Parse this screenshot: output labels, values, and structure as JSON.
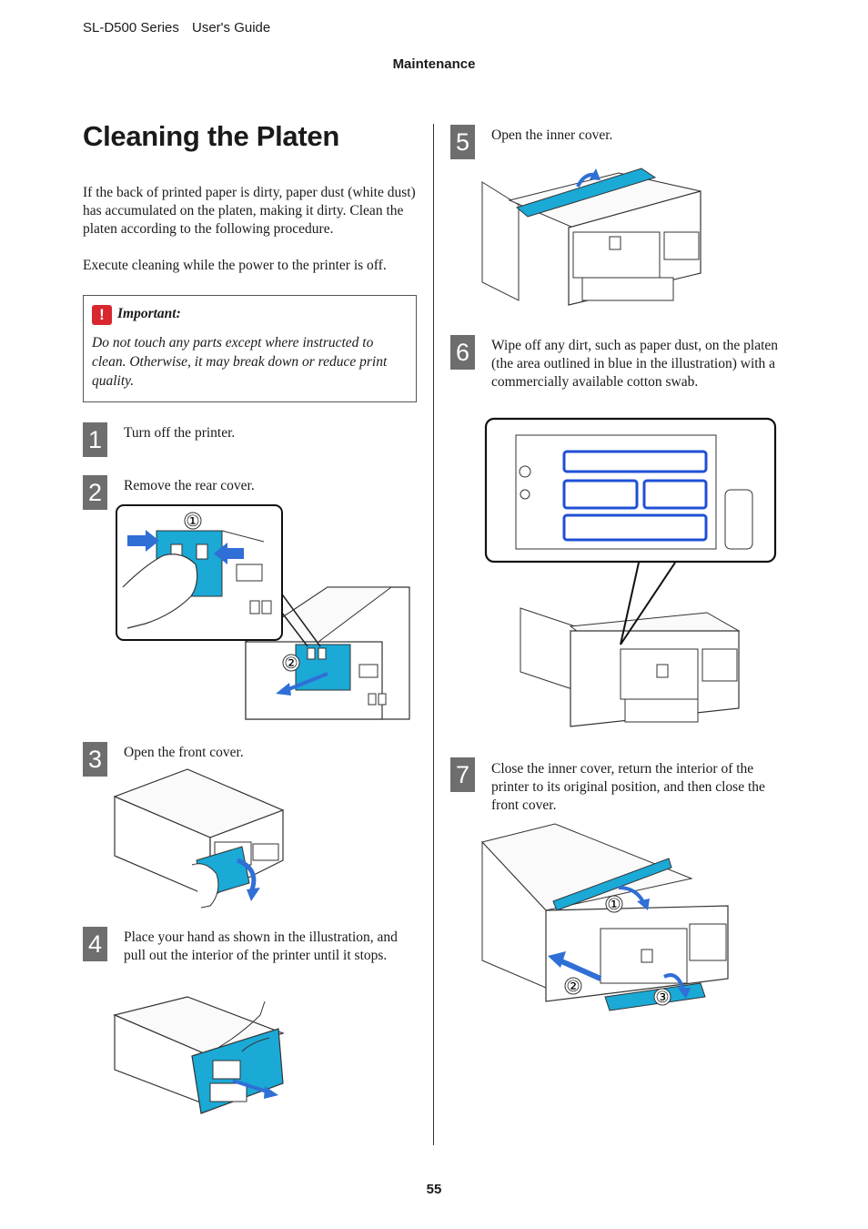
{
  "header": {
    "series": "SL-D500 Series",
    "guide": "User's Guide",
    "section": "Maintenance"
  },
  "title": "Cleaning the Platen",
  "intro": [
    "If the back of printed paper is dirty, paper dust (white dust) has accumulated on the platen, making it dirty. Clean the platen according to the following procedure.",
    "Execute cleaning while the power to the printer is off."
  ],
  "important": {
    "icon": "exclamation-icon",
    "icon_glyph": "!",
    "title": "Important:",
    "text": "Do not touch any parts except where instructed to clean. Otherwise, it may break down or reduce print quality."
  },
  "steps": [
    {
      "num": "1",
      "text": "Turn off the printer."
    },
    {
      "num": "2",
      "text": "Remove the rear cover."
    },
    {
      "num": "3",
      "text": "Open the front cover."
    },
    {
      "num": "4",
      "text": "Place your hand as shown in the illustration, and pull out the interior of the printer until it stops."
    },
    {
      "num": "5",
      "text": "Open the inner cover."
    },
    {
      "num": "6",
      "text": "Wipe off any dirt, such as paper dust, on the platen (the area outlined in blue in the illustration) with a commercially available cotton swab."
    },
    {
      "num": "7",
      "text": "Close the inner cover, return the interior of the printer to its original position, and then close the front cover."
    }
  ],
  "callouts": {
    "c1": "①",
    "c2": "②",
    "c3": "③"
  },
  "colors": {
    "accent": "#1ba9d6",
    "arrow": "#2f6fd6",
    "step_box": "#6e6e6e",
    "important_icon": "#d8272e"
  },
  "page_number": "55"
}
